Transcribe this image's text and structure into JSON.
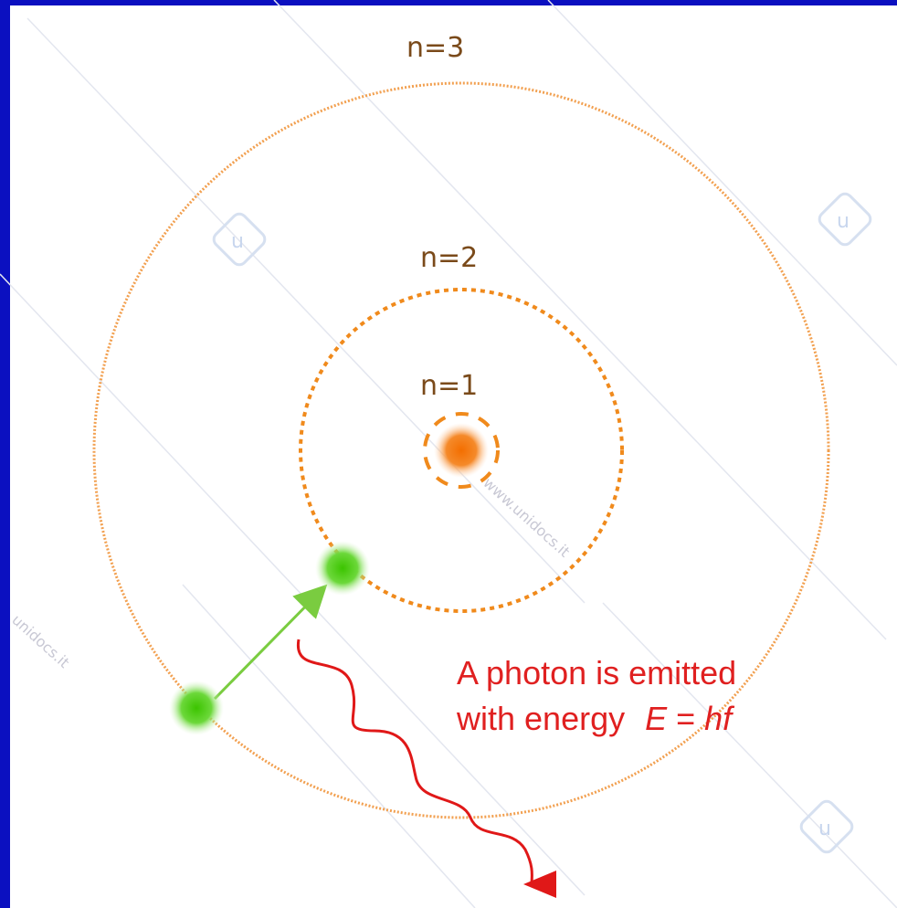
{
  "diagram": {
    "orbits": [
      {
        "label": "n=1"
      },
      {
        "label": "n=2"
      },
      {
        "label": "n=3"
      }
    ],
    "caption": {
      "line1": "A photon is emitted",
      "line2_prefix": "with energy",
      "formula_E": "E",
      "formula_eq": " = ",
      "formula_hf": "hf"
    },
    "watermark": {
      "text_right": "www.unidocs.it",
      "text_left": "unidocs.it"
    },
    "colors": {
      "background": "#0d12b3",
      "orbit": "#f08a1c",
      "nucleus": "#f37a10",
      "electron": "#4ccc10",
      "transition_arrow": "#7acc40",
      "photon": "#e01818",
      "caption": "#e02020"
    }
  }
}
